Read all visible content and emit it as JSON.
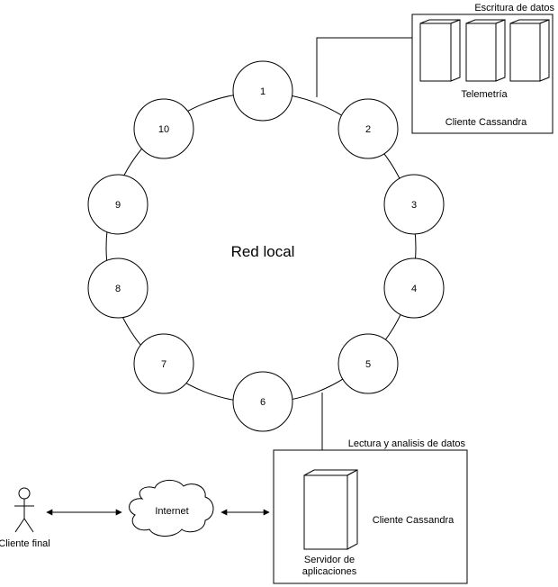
{
  "ring": {
    "label": "Red local",
    "nodes": [
      "1",
      "2",
      "3",
      "4",
      "5",
      "6",
      "7",
      "8",
      "9",
      "10"
    ]
  },
  "write_box": {
    "title": "Escritura de datos",
    "server_label": "Telemetría",
    "client_label": "Cliente Cassandra"
  },
  "read_box": {
    "title": "Lectura y analisis de datos",
    "server_label_line1": "Servidor de",
    "server_label_line2": "aplicaciones",
    "client_label": "Cliente Cassandra"
  },
  "internet_label": "Internet",
  "end_client_label": "Cliente final"
}
